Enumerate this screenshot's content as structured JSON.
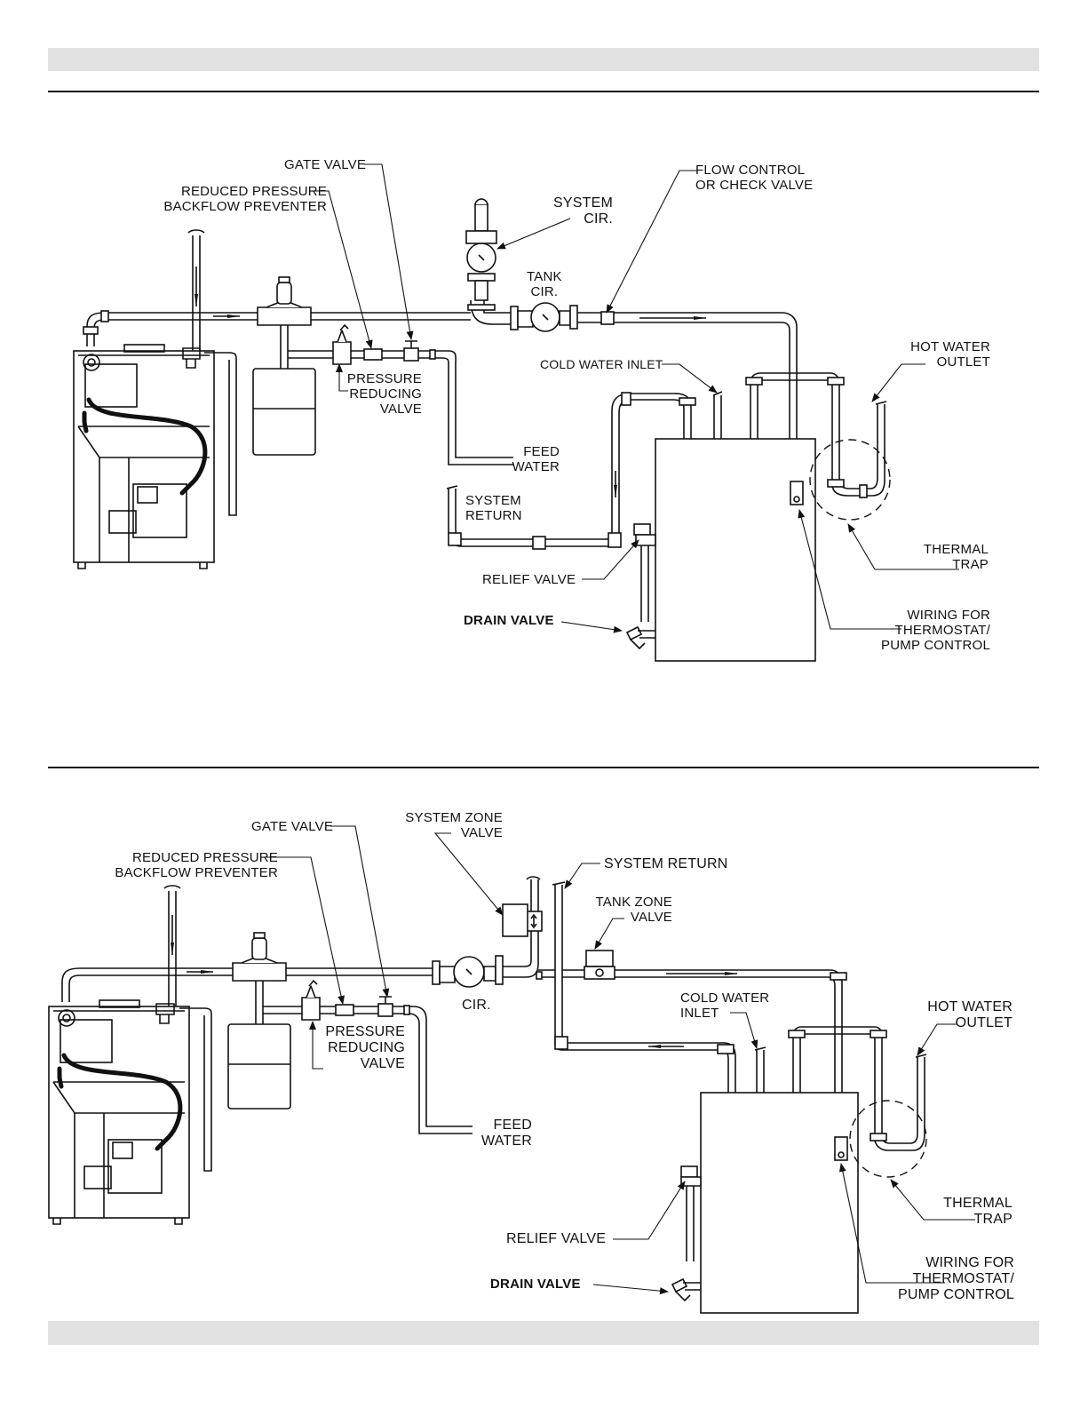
{
  "diagram_1": {
    "labels": {
      "gate_valve": "GATE VALVE",
      "backflow": "REDUCED PRESSURE\nBACKFLOW PREVENTER",
      "system_cir": "SYSTEM\nCIR.",
      "flow_control": "FLOW CONTROL\nOR CHECK VALVE",
      "tank_cir": "TANK\nCIR.",
      "cold_water_inlet": "COLD WATER INLET",
      "hot_water_outlet": "HOT WATER\nOUTLET",
      "pressure_reducing": "PRESSURE\nREDUCING\nVALVE",
      "feed_water": "FEED\nWATER",
      "system_return": "SYSTEM\nRETURN",
      "thermal_trap": "THERMAL\nTRAP",
      "relief_valve": "RELIEF VALVE",
      "wiring": "WIRING FOR\nTHERMOSTAT/\nPUMP CONTROL",
      "drain_valve": "DRAIN VALVE"
    }
  },
  "diagram_2": {
    "labels": {
      "gate_valve": "GATE VALVE",
      "system_zone_valve": "SYSTEM ZONE\nVALVE",
      "backflow": "REDUCED PRESSURE\nBACKFLOW PREVENTER",
      "system_return": "SYSTEM RETURN",
      "tank_zone_valve": "TANK ZONE\nVALVE",
      "cold_water_inlet": "COLD WATER\nINLET",
      "hot_water_outlet": "HOT WATER\nOUTLET",
      "pressure_reducing": "PRESSURE\nREDUCING\nVALVE",
      "cir": "CIR.",
      "feed_water": "FEED\nWATER",
      "thermal_trap": "THERMAL\nTRAP",
      "relief_valve": "RELIEF VALVE",
      "wiring": "WIRING FOR\nTHERMOSTAT/\nPUMP CONTROL",
      "drain_valve": "DRAIN VALVE"
    }
  },
  "colors": {
    "header_band": "#e1e1e1",
    "line": "#111111"
  }
}
